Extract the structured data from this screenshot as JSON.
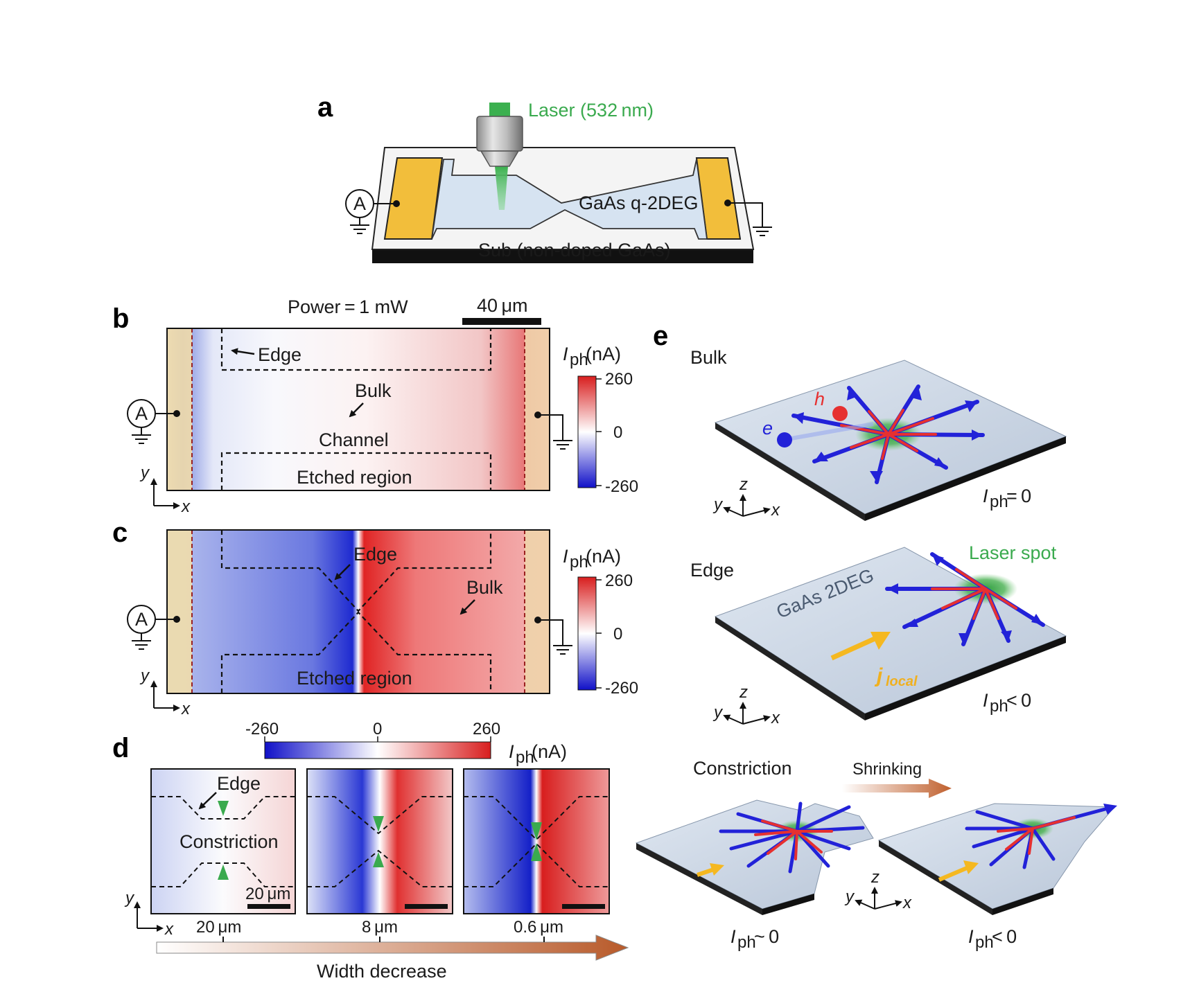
{
  "panel_labels": {
    "a": "a",
    "b": "b",
    "c": "c",
    "d": "d",
    "e": "e"
  },
  "panel_a": {
    "laser": "Laser (532 nm)",
    "material": "GaAs q-2DEG",
    "substrate": "Sub (non-doped GaAs)",
    "ammeter": "A"
  },
  "panel_b": {
    "power": "Power = 1 mW",
    "scalebar": "40 μm",
    "edge": "Edge",
    "bulk": "Bulk",
    "channel": "Channel",
    "etched": "Etched region",
    "ammeter": "A",
    "cbar_unit_sym": "I",
    "cbar_unit_sub": "ph",
    "cbar_unit": " (nA)",
    "cbar_ticks": [
      "260",
      "0",
      "-260"
    ],
    "axis_x": "x",
    "axis_y": "y"
  },
  "panel_c": {
    "edge": "Edge",
    "bulk": "Bulk",
    "etched": "Etched region",
    "ammeter": "A",
    "cbar_unit_sym": "I",
    "cbar_unit_sub": "ph",
    "cbar_unit": " (nA)",
    "cbar_ticks": [
      "260",
      "0",
      "-260"
    ],
    "axis_x": "x",
    "axis_y": "y"
  },
  "panel_d": {
    "cbar_ticks": [
      "-260",
      "0",
      "260"
    ],
    "cbar_unit_sym": "I",
    "cbar_unit_sub": "ph",
    "cbar_unit": " (nA)",
    "edge": "Edge",
    "constriction": "Constriction",
    "scalebar": "20 μm",
    "widths": [
      "20 μm",
      "8 μm",
      "0.6 μm"
    ],
    "arrow_label": "Width decrease",
    "axis_x": "x",
    "axis_y": "y"
  },
  "panel_e": {
    "bulk": "Bulk",
    "edge": "Edge",
    "constriction": "Constriction",
    "shrinking": "Shrinking",
    "laser_spot": "Laser spot",
    "material": "GaAs 2DEG",
    "electron": "e",
    "hole": "h",
    "jlocal_main": "j",
    "jlocal_sub": "local",
    "iph_sym": "I",
    "iph_sub": "ph",
    "iph_bulk": "= 0",
    "iph_edge": "< 0",
    "iph_con1": "~ 0",
    "iph_con2": "< 0",
    "axis_x": "x",
    "axis_y": "y",
    "axis_z": "z"
  },
  "colors": {
    "positive": "#d42a2a",
    "negative": "#1a28c8",
    "gold": "#f5c230",
    "laser": "#3aaa4e",
    "channel": "#d8e4f0"
  }
}
